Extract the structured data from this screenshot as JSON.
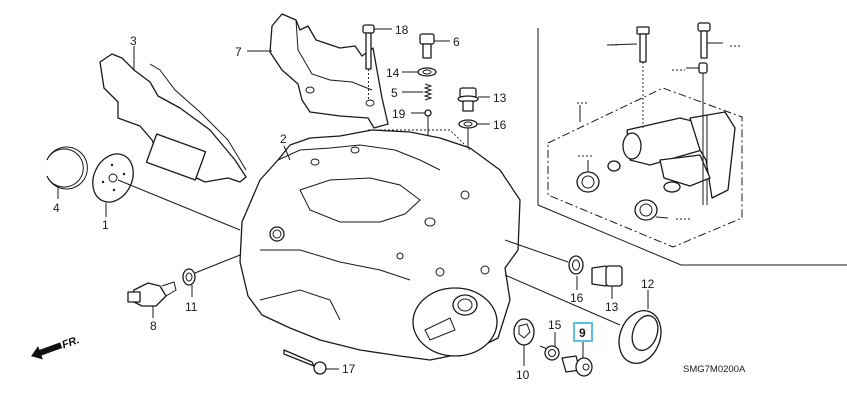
{
  "diagram": {
    "title": "Transmission case parts diagram",
    "code": "SMG7M0200A",
    "front_indicator": "FR.",
    "highlight_color": "#5bc0de",
    "highlighted_part": "9",
    "callouts": {
      "c1": "1",
      "c2": "2",
      "c3": "3",
      "c4": "4",
      "c5": "5",
      "c6": "6",
      "c7": "7",
      "c8": "8",
      "c9": "9",
      "c10": "10",
      "c11": "11",
      "c12": "12",
      "c13a": "13",
      "c13b": "13",
      "c14": "14",
      "c15": "15",
      "c16a": "16",
      "c16b": "16",
      "c17": "17",
      "c18": "18",
      "c19": "19"
    }
  }
}
